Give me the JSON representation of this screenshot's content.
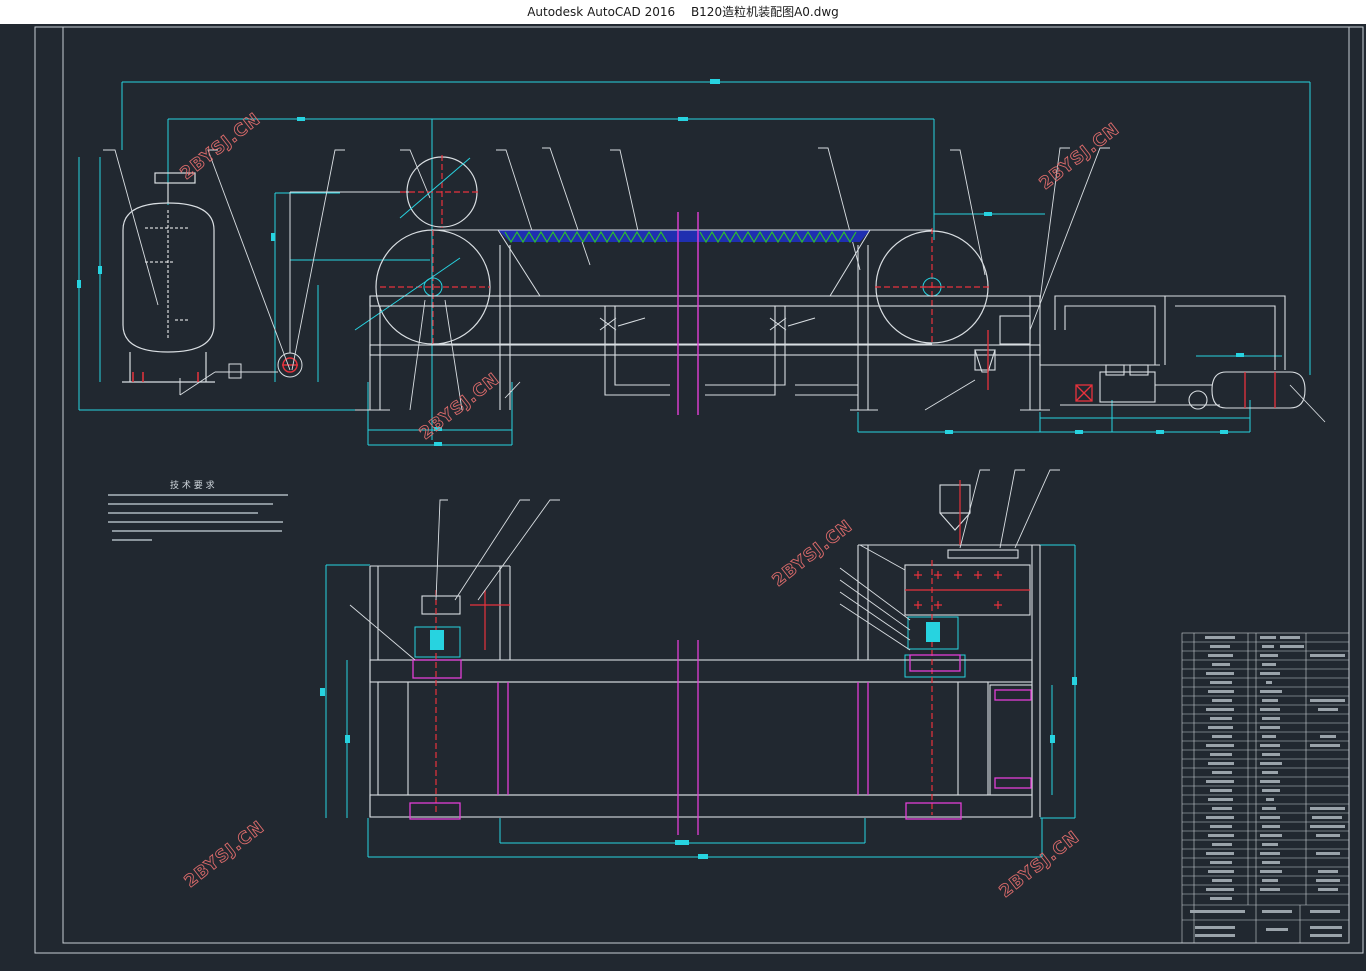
{
  "window": {
    "app_name": "Autodesk AutoCAD 2016",
    "file_name": "B120造粒机装配图A0.dwg"
  },
  "drawing": {
    "watermarks": [
      "2BYSJ.CN",
      "2BYSJ.CN",
      "2BYSJ.CN",
      "2BYSJ.CN",
      "2BYSJ.CN",
      "2BYSJ.CN"
    ],
    "notes_title": "技 术 要 求",
    "colors": {
      "background": "#212830",
      "line_white": "#d9dee2",
      "dimension_cyan": "#27d3e0",
      "center_red": "#e8323c",
      "magenta": "#e23fd6",
      "hatch_green": "#2ec02e",
      "blue_fill": "#1f2fb0",
      "watermark": "#d96a6a"
    }
  }
}
